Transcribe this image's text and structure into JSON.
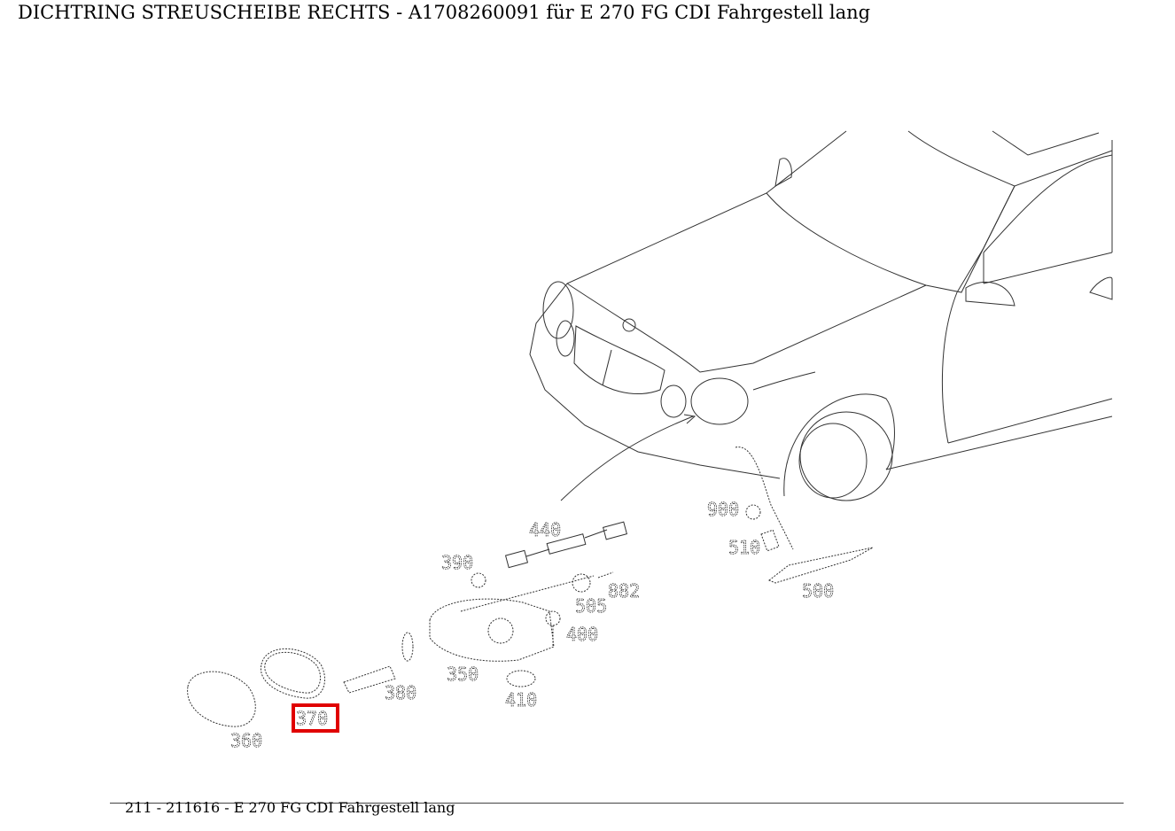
{
  "header": {
    "title": "DICHTRING STREUSCHEIBE RECHTS - A1708260091 für E 270 FG CDI Fahrgestell lang"
  },
  "footer": {
    "text": "211 - 211616 - E 270 FG CDI Fahrgestell lang"
  },
  "highlight_color": "#e00000",
  "callouts": {
    "p440": "440",
    "p390": "390",
    "p900": "900",
    "p510": "510",
    "p882": "882",
    "p505": "505",
    "p500": "500",
    "p400": "400",
    "p350": "350",
    "p380": "380",
    "p410": "410",
    "p370": "370",
    "p360": "360"
  },
  "selected_part": "370"
}
